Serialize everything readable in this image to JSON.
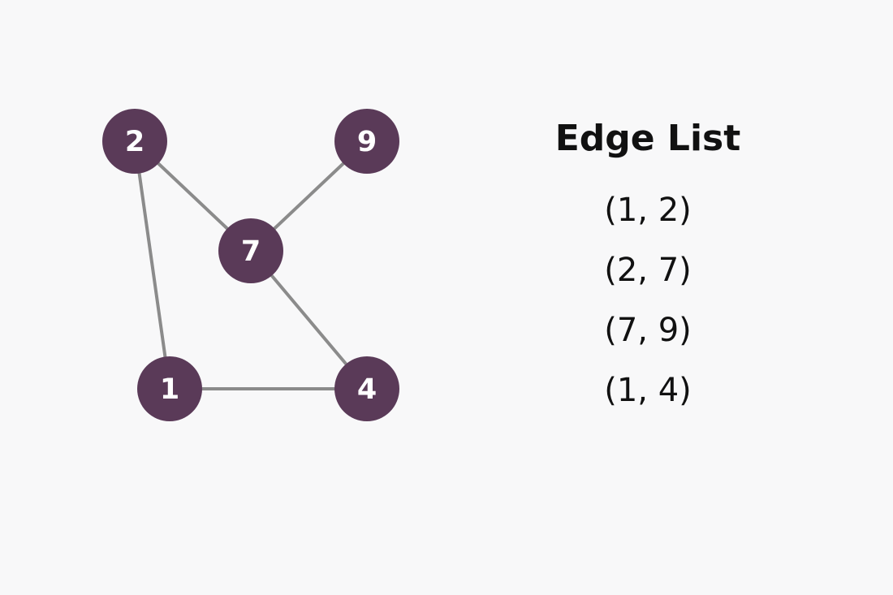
{
  "diagram": {
    "nodes": [
      {
        "id": "2",
        "label": "2"
      },
      {
        "id": "9",
        "label": "9"
      },
      {
        "id": "7",
        "label": "7"
      },
      {
        "id": "1",
        "label": "1"
      },
      {
        "id": "4",
        "label": "4"
      }
    ],
    "edges": [
      {
        "from": "2",
        "to": "1"
      },
      {
        "from": "2",
        "to": "7"
      },
      {
        "from": "9",
        "to": "7"
      },
      {
        "from": "7",
        "to": "4"
      },
      {
        "from": "1",
        "to": "4"
      }
    ]
  },
  "edge_list": {
    "title": "Edge List",
    "entries": [
      "(1, 2)",
      "(2, 7)",
      "(7, 9)",
      "(1, 4)"
    ]
  },
  "colors": {
    "background": "#f8f8f9",
    "node_fill": "#5a3a58",
    "edge_stroke": "#8b8b8b",
    "node_text": "#ffffff",
    "text": "#111111"
  }
}
